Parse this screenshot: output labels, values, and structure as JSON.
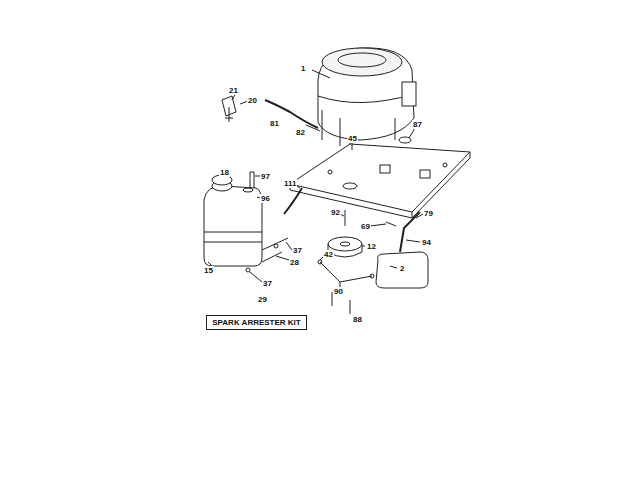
{
  "diagram": {
    "nodes": [
      {
        "text": [
          "SPARK ARRESTER KIT"
        ]
      }
    ],
    "labels": [
      "1",
      "21",
      "20",
      "81",
      "82",
      "45",
      "87",
      "18",
      "97",
      "96",
      "111",
      "92",
      "69",
      "79",
      "12",
      "94",
      "37",
      "28",
      "37",
      "42",
      "2",
      "15",
      "29",
      "90",
      "88"
    ]
  }
}
